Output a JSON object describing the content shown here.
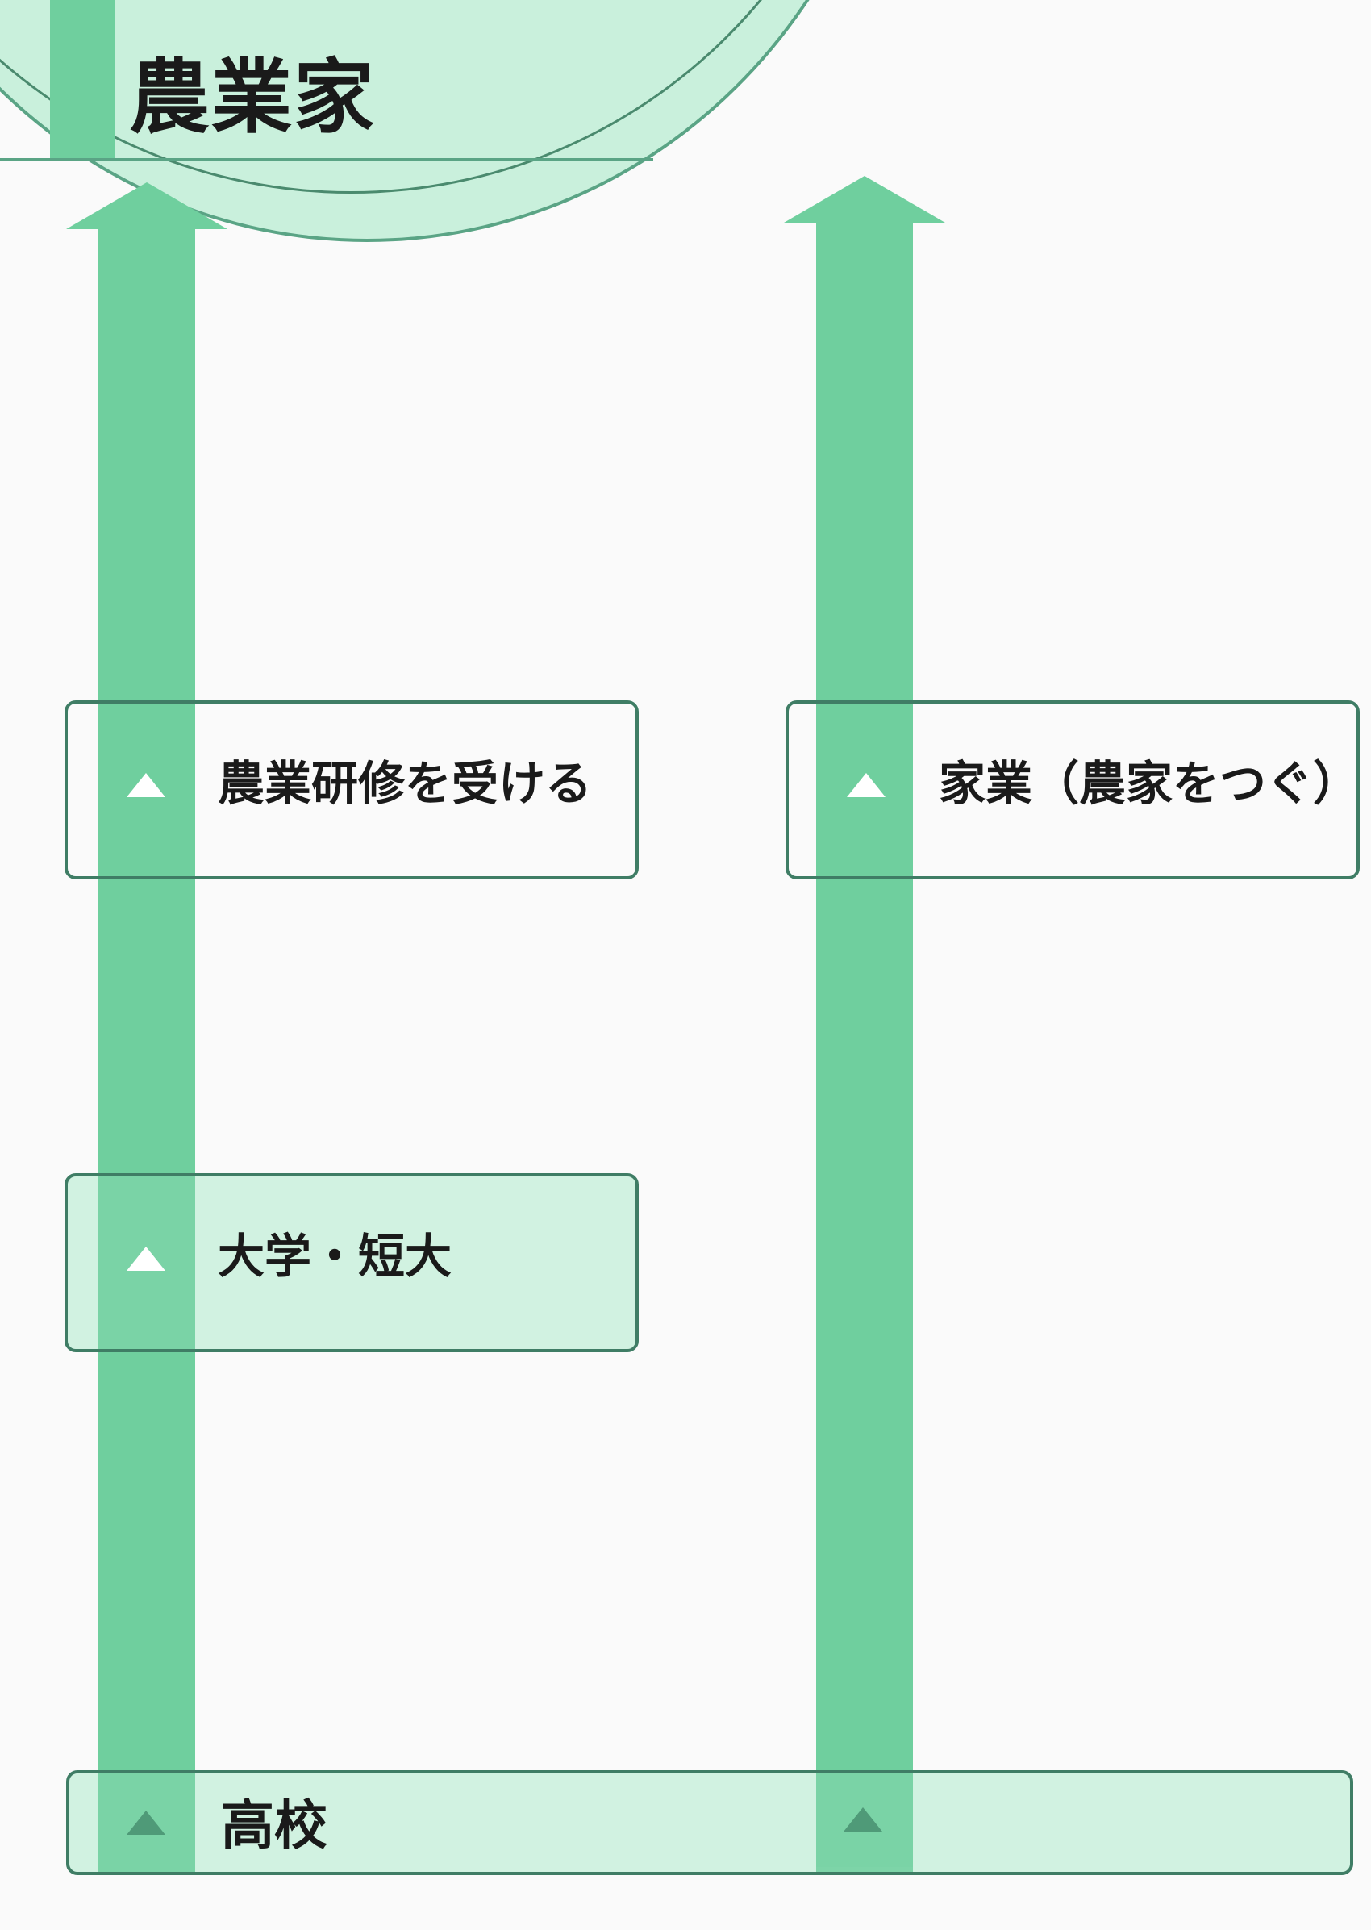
{
  "header": {
    "title": "農業家"
  },
  "colors": {
    "arrow": "#6fcf9e",
    "box_border": "#3f7d65",
    "box_fill_green": "#c9f0dc",
    "header_fill": "#c9f0dc",
    "text": "#1a1a1a"
  },
  "flow": {
    "left_column": [
      {
        "label": "農業研修を受ける",
        "style": "outlined",
        "icon": "up-triangle-icon"
      },
      {
        "label": "大学・短大",
        "style": "filled",
        "icon": "up-triangle-icon"
      }
    ],
    "right_column": [
      {
        "label": "家業（農家をつぐ）",
        "style": "outlined",
        "icon": "up-triangle-icon"
      }
    ],
    "base": {
      "label": "高校",
      "style": "filled",
      "icon": "up-triangle-icon"
    }
  }
}
